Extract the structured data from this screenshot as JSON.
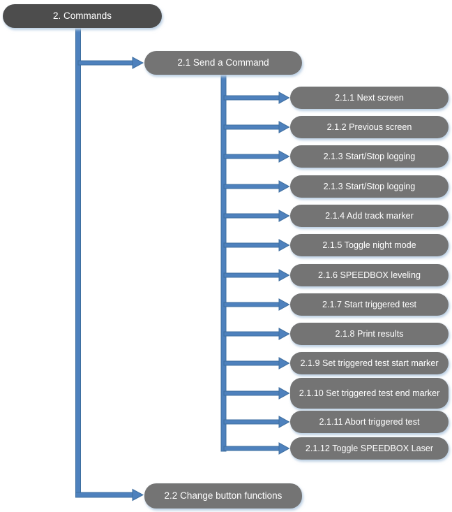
{
  "diagram": {
    "root_node": {
      "label": "2. Commands"
    },
    "branch_nodes": [
      {
        "id": "2.1",
        "label": "2.1 Send a Command"
      },
      {
        "id": "2.2",
        "label": "2.2 Change button functions"
      }
    ],
    "command_nodes": [
      {
        "label": "2.1.1 Next screen"
      },
      {
        "label": "2.1.2 Previous screen"
      },
      {
        "label": "2.1.3 Start/Stop logging"
      },
      {
        "label": "2.1.3 Start/Stop logging"
      },
      {
        "label": "2.1.4 Add track marker"
      },
      {
        "label": "2.1.5 Toggle night mode"
      },
      {
        "label": "2.1.6 SPEEDBOX leveling"
      },
      {
        "label": "2.1.7 Start triggered test"
      },
      {
        "label": "2.1.8 Print results"
      },
      {
        "label": "2.1.9 Set triggered test start marker"
      },
      {
        "label": "2.1.10 Set triggered test end marker"
      },
      {
        "label": "2.1.11 Abort triggered test"
      },
      {
        "label": "2.1.12 Toggle SPEEDBOX Laser"
      }
    ],
    "colors": {
      "root_fill": "#4d4d4d",
      "node_fill": "#747474",
      "node_text": "#ffffff",
      "connector_fill": "#4e81bd",
      "connector_border": "#3f6fa0",
      "shadow": "#bcd0e4",
      "background": "#ffffff"
    }
  }
}
